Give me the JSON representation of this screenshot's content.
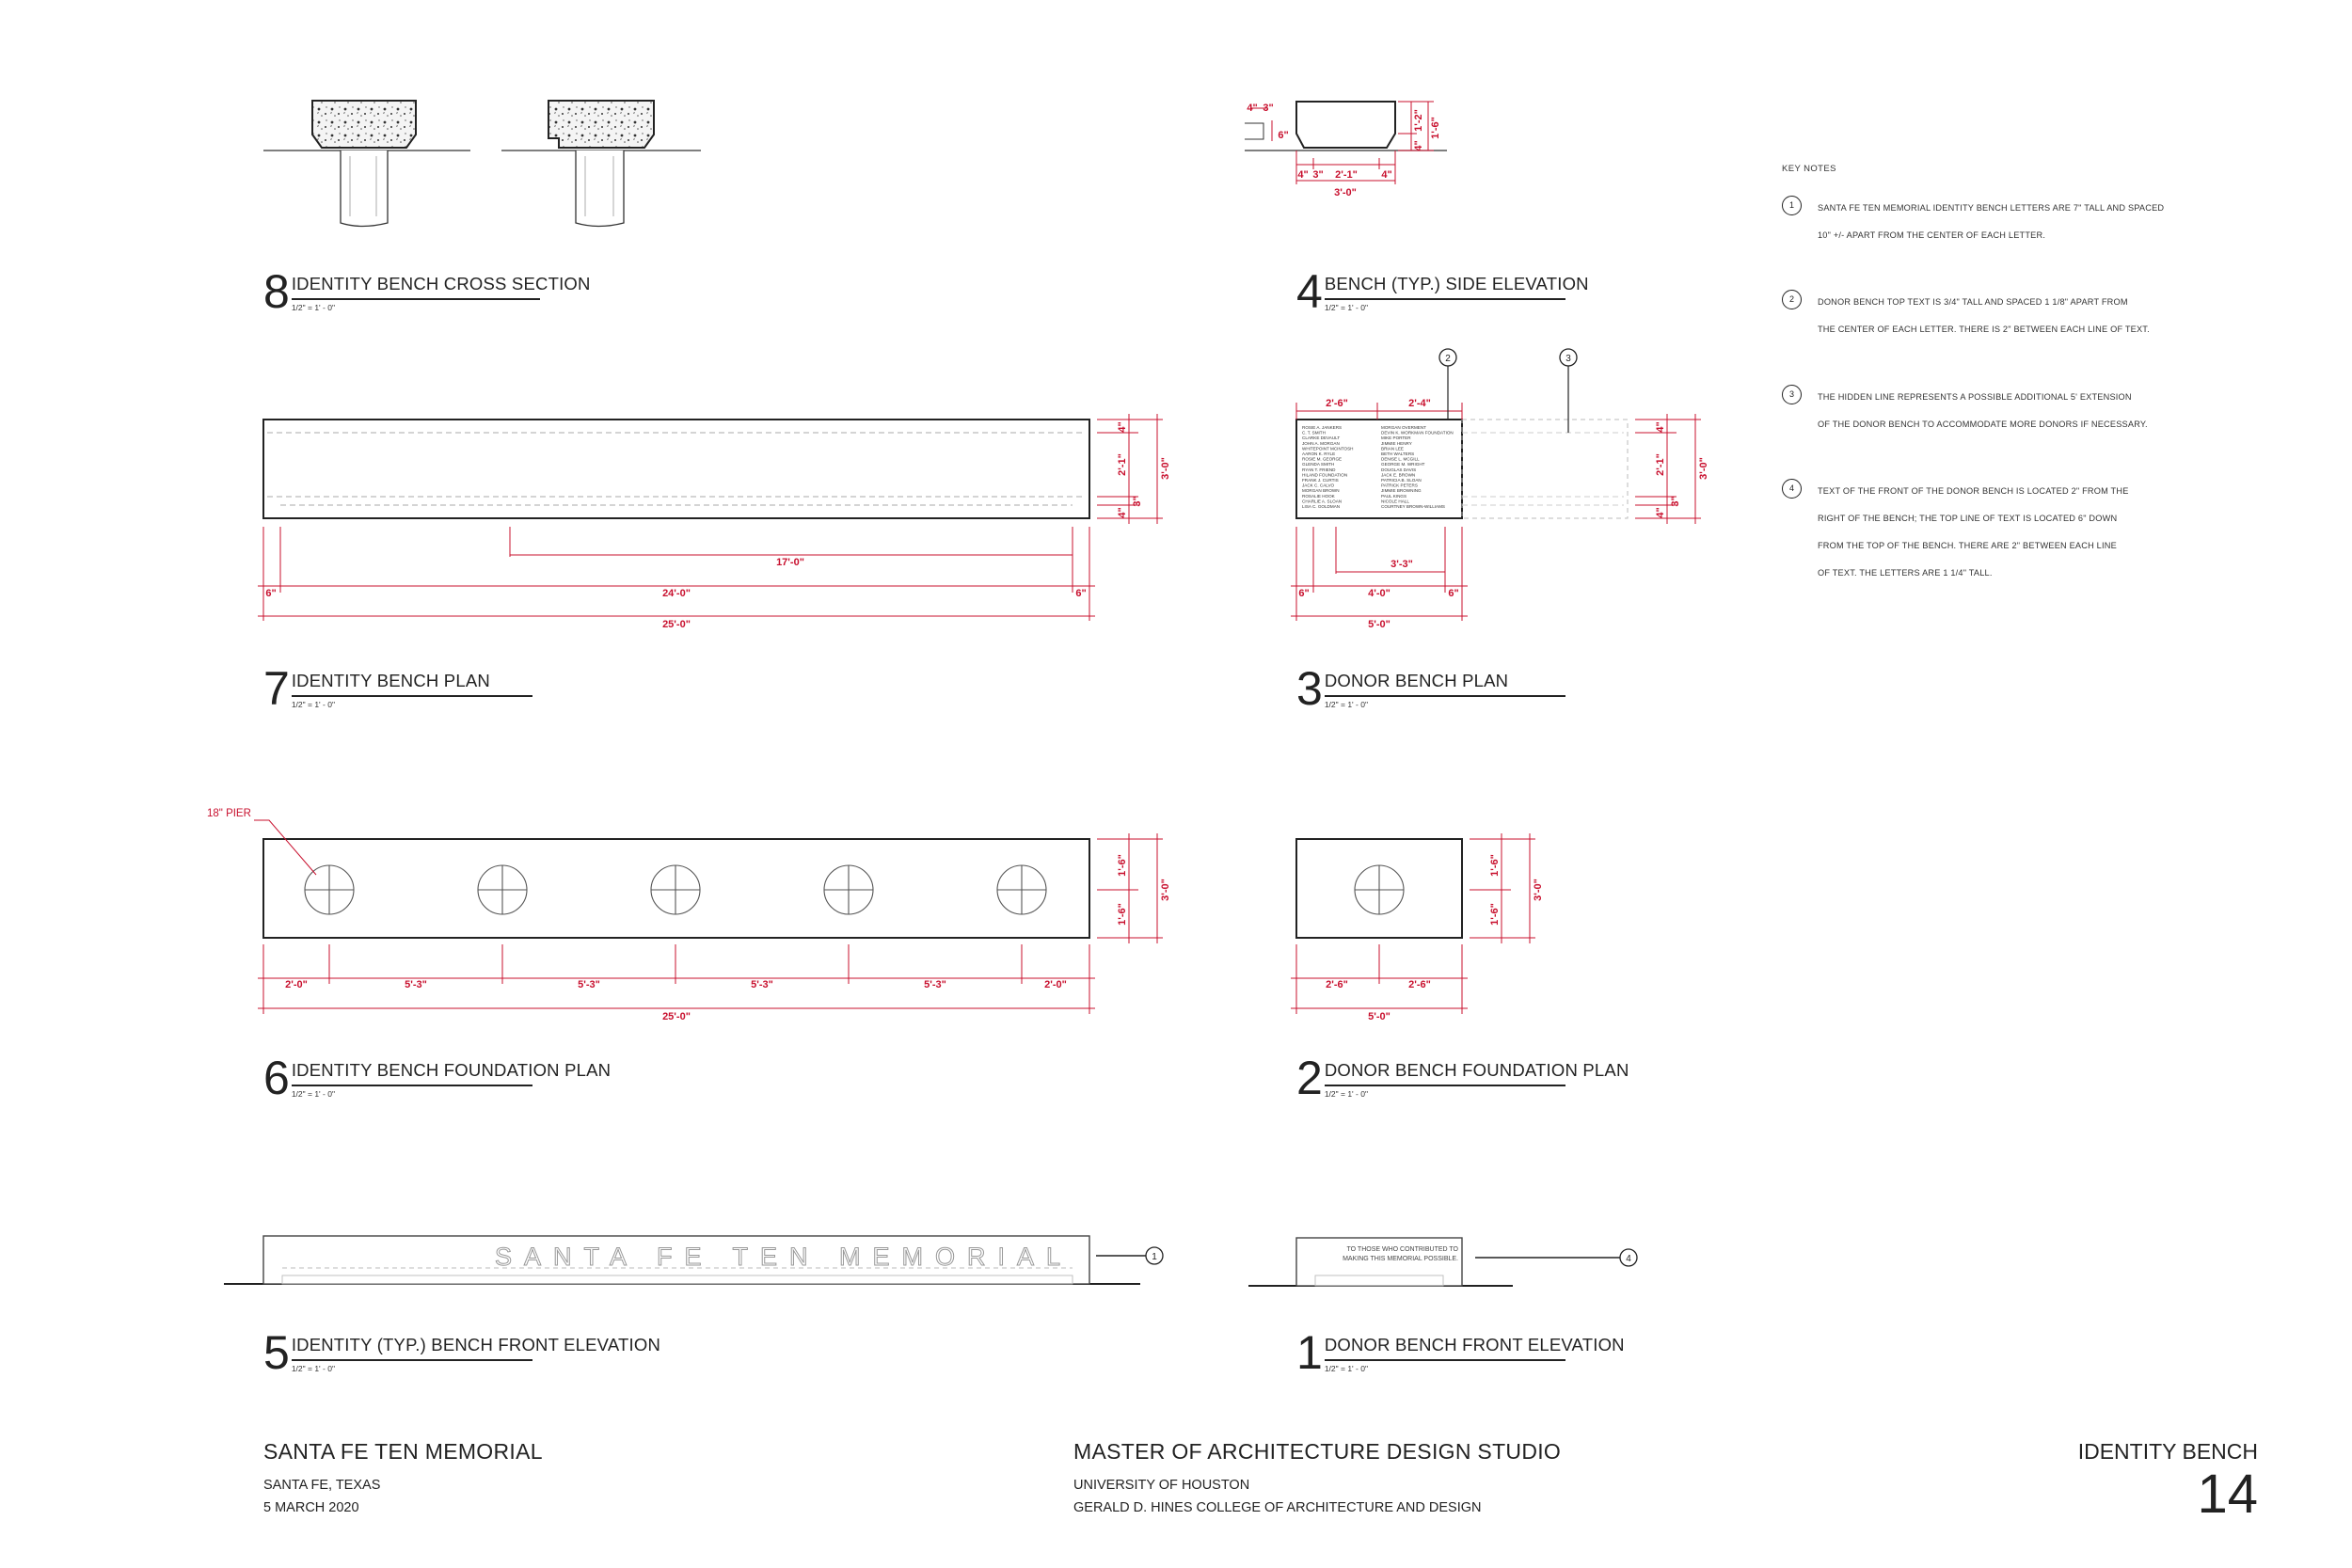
{
  "project": {
    "title": "SANTA FE TEN MEMORIAL",
    "location": "SANTA FE, TEXAS",
    "date": "5 MARCH 2020"
  },
  "studio": {
    "title": "MASTER OF ARCHITECTURE DESIGN STUDIO",
    "university": "UNIVERSITY OF HOUSTON",
    "college": "GERALD D. HINES COLLEGE OF ARCHITECTURE AND DESIGN"
  },
  "sheet": {
    "title": "IDENTITY BENCH",
    "number": "14"
  },
  "drawings": [
    {
      "num": "8",
      "name": "IDENTITY BENCH CROSS SECTION",
      "scale": "1/2\" = 1' - 0\""
    },
    {
      "num": "4",
      "name": "BENCH (TYP.) SIDE ELEVATION",
      "scale": "1/2\" = 1' - 0\""
    },
    {
      "num": "7",
      "name": "IDENTITY BENCH PLAN",
      "scale": "1/2\" = 1' - 0\""
    },
    {
      "num": "3",
      "name": "DONOR BENCH PLAN",
      "scale": "1/2\" = 1' - 0\""
    },
    {
      "num": "6",
      "name": "IDENTITY BENCH FOUNDATION PLAN",
      "scale": "1/2\" = 1' - 0\""
    },
    {
      "num": "2",
      "name": "DONOR BENCH FOUNDATION PLAN",
      "scale": "1/2\" = 1' - 0\""
    },
    {
      "num": "5",
      "name": "IDENTITY (TYP.) BENCH FRONT ELEVATION",
      "scale": "1/2\" = 1' - 0\""
    },
    {
      "num": "1",
      "name": "DONOR BENCH FRONT ELEVATION",
      "scale": "1/2\" = 1' - 0\""
    }
  ],
  "key_notes": {
    "title": "KEY NOTES",
    "notes": [
      {
        "num": "1",
        "line1": "SANTA FE TEN MEMORIAL IDENTITY BENCH LETTERS ARE 7\" TALL AND SPACED",
        "line2": "10\" +/-  APART FROM THE CENTER OF EACH LETTER."
      },
      {
        "num": "2",
        "line1": "DONOR BENCH TOP TEXT IS 3/4\" TALL AND SPACED 1 1/8\" APART FROM",
        "line2": "THE CENTER OF EACH LETTER. THERE IS 2\" BETWEEN EACH LINE OF TEXT."
      },
      {
        "num": "3",
        "line1": "THE HIDDEN LINE REPRESENTS A POSSIBLE ADDITIONAL 5' EXTENSION",
        "line2": "OF THE DONOR BENCH TO ACCOMMODATE MORE DONORS IF NECESSARY."
      },
      {
        "num": "4",
        "line1": "TEXT OF THE FRONT OF THE DONOR BENCH IS LOCATED 2\" FROM THE",
        "line2": "RIGHT OF THE BENCH; THE TOP LINE OF TEXT IS LOCATED 6\" DOWN",
        "line3": "FROM THE TOP OF THE BENCH. THERE ARE 2\" BETWEEN EACH LINE",
        "line4": "OF TEXT. THE LETTERS ARE 1 1/4\" TALL."
      }
    ]
  },
  "dims": {
    "d4": {
      "a": "4\"",
      "b": "3\"",
      "c": "6\"",
      "d": "4\"",
      "e": "3\"",
      "f": "2'-1\"",
      "g": "4\"",
      "h": "3'-0\"",
      "i": "1'-2\"",
      "j": "1'-6\"",
      "k": "4\""
    },
    "d7": {
      "a": "17'-0\"",
      "b": "6\"",
      "c": "24'-0\"",
      "d": "6\"",
      "e": "25'-0\"",
      "f": "4\"",
      "g": "2'-1\"",
      "h": "3\"",
      "i": "4\"",
      "j": "3'-0\""
    },
    "d3": {
      "a": "2'-6\"",
      "b": "2'-4\"",
      "c": "3'-3\"",
      "d": "6\"",
      "e": "4'-0\"",
      "f": "6\"",
      "g": "5'-0\"",
      "h": "4\"",
      "i": "2'-1\"",
      "j": "3\"",
      "k": "4\"",
      "l": "3'-0\""
    },
    "d6": {
      "pier": "18\" PIER",
      "a": "2'-0\"",
      "b": "5'-3\"",
      "c": "5'-3\"",
      "d": "5'-3\"",
      "e": "5'-3\"",
      "f": "2'-0\"",
      "g": "25'-0\"",
      "h": "1'-6\"",
      "i": "1'-6\"",
      "j": "3'-0\""
    },
    "d2": {
      "a": "2'-6\"",
      "b": "2'-6\"",
      "c": "5'-0\"",
      "d": "1'-6\"",
      "e": "1'-6\"",
      "f": "3'-0\""
    }
  },
  "bench_texts": {
    "identity": "SANTA FE TEN MEMORIAL",
    "donor_line1": "TO THOSE WHO CONTRIBUTED TO",
    "donor_line2": "MAKING THIS MEMORIAL POSSIBLE."
  },
  "donor_names_left": [
    "ROSIE A. JANKERS",
    "C. T. SMITH",
    "CLARKE DEVAULT",
    "JOHN A. MORGAN",
    "WHITEPOINT MCINTOSH",
    "AARON K. RYLE",
    "ROSIE M. GEORGE",
    "GLENDA SMITH",
    "RYAN T. FRIEND",
    "HILAND FOUNDATION",
    "FRANK J. CURTIS",
    "JACK C. CALVO",
    "MORGAN BROWN",
    "ROSALIE HOOK",
    "CHARLIE A. SLOAN",
    "LISA C. GOLDMAN"
  ],
  "donor_names_right": [
    "MORGAN OVERMENT",
    "DEVIN K. WORKMAN FOUNDATION",
    "MIKE PORTER",
    "JIMMIE HENRY",
    "BRIAN LEE",
    "BETH WALTERS",
    "DENISE L. MCGILL",
    "GEORGE M. WRIGHT",
    "DOUGLAS DAVIS",
    "JACK E. BROWN",
    "PATRICIA B. SLOAN",
    "PATRICK PETERS",
    "JIMMIE BROWNING",
    "PAUL KINGS",
    "NICOLE HALL",
    "COURTNEY BROWN-WILLIAMS"
  ]
}
